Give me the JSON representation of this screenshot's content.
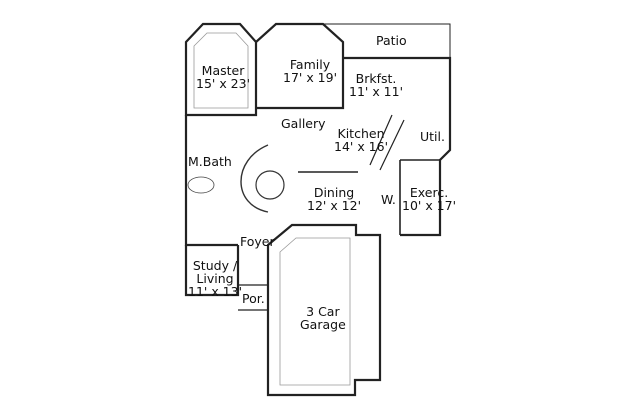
{
  "plan": {
    "rooms": [
      {
        "id": "master",
        "name": "Master",
        "dims": "15' x 23'"
      },
      {
        "id": "family",
        "name": "Family",
        "dims": "17' x 19'"
      },
      {
        "id": "patio",
        "name": "Patio",
        "dims": ""
      },
      {
        "id": "brkfst",
        "name": "Brkfst.",
        "dims": "11' x 11'"
      },
      {
        "id": "gallery",
        "name": "Gallery",
        "dims": ""
      },
      {
        "id": "kitchen",
        "name": "Kitchen",
        "dims": "14' x 16'"
      },
      {
        "id": "util",
        "name": "Util.",
        "dims": ""
      },
      {
        "id": "mbath",
        "name": "M.Bath",
        "dims": ""
      },
      {
        "id": "dining",
        "name": "Dining",
        "dims": "12' x 12'"
      },
      {
        "id": "w",
        "name": "W.",
        "dims": ""
      },
      {
        "id": "exerc",
        "name": "Exerc.",
        "dims": "10' x 17'"
      },
      {
        "id": "foyer",
        "name": "Foyer",
        "dims": ""
      },
      {
        "id": "study",
        "name": "Study /",
        "name2": "Living",
        "dims": "11' x 13'"
      },
      {
        "id": "por",
        "name": "Por.",
        "dims": ""
      },
      {
        "id": "garage",
        "name": "3 Car",
        "name2": "Garage",
        "dims": ""
      }
    ]
  }
}
